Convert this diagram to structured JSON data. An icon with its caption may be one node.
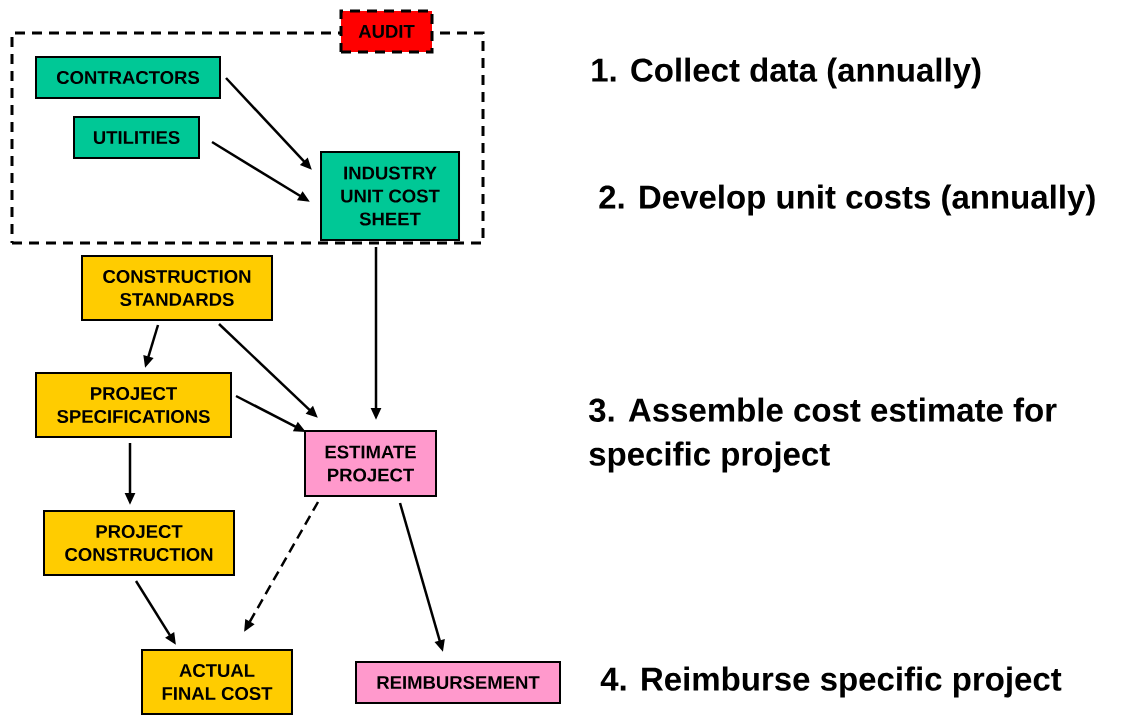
{
  "diagram": {
    "nodes": [
      {
        "text": [],
        "shape": "box"
      },
      {
        "text": [
          "AUDIT"
        ]
      },
      {
        "text": [
          "CONTRACTORS"
        ],
        "in": 0
      },
      {
        "text": [
          "UTILITIES"
        ],
        "in": 0
      },
      {
        "text": [
          "INDUSTRY UNIT COST SHEET"
        ],
        "in": 0
      },
      {
        "text": [
          "CONSTRUCTION STANDARDS"
        ]
      },
      {
        "text": [
          "PROJECT SPECIFICATIONS"
        ]
      },
      {
        "text": [
          "ESTIMATE PROJECT"
        ]
      },
      {
        "text": [
          "PROJECT CONSTRUCTION"
        ]
      },
      {
        "text": [
          "ACTUAL FINAL COST"
        ]
      },
      {
        "text": [
          "REIMBURSEMENT"
        ]
      }
    ],
    "edges": [
      {
        "from": 2,
        "to": 4,
        "arrow": "to"
      },
      {
        "from": 3,
        "to": 4,
        "arrow": "to"
      },
      {
        "from": 4,
        "to": 7,
        "arrow": "to"
      },
      {
        "from": 5,
        "to": 6,
        "arrow": "to"
      },
      {
        "from": 5,
        "to": 7,
        "arrow": "to"
      },
      {
        "from": 6,
        "to": 7,
        "arrow": "to"
      },
      {
        "from": 6,
        "to": 8,
        "arrow": "to"
      },
      {
        "from": 8,
        "to": 9,
        "arrow": "to"
      },
      {
        "from": 7,
        "to": 9,
        "arrow": "to",
        "style": "dashed"
      },
      {
        "from": 7,
        "to": 10,
        "arrow": "to"
      }
    ],
    "labels": [
      "1. Collect data (annually)",
      "2. Develop unit costs (annually)",
      "3. Assemble cost estimate for specific project",
      "4. Reimburse specific project"
    ]
  }
}
